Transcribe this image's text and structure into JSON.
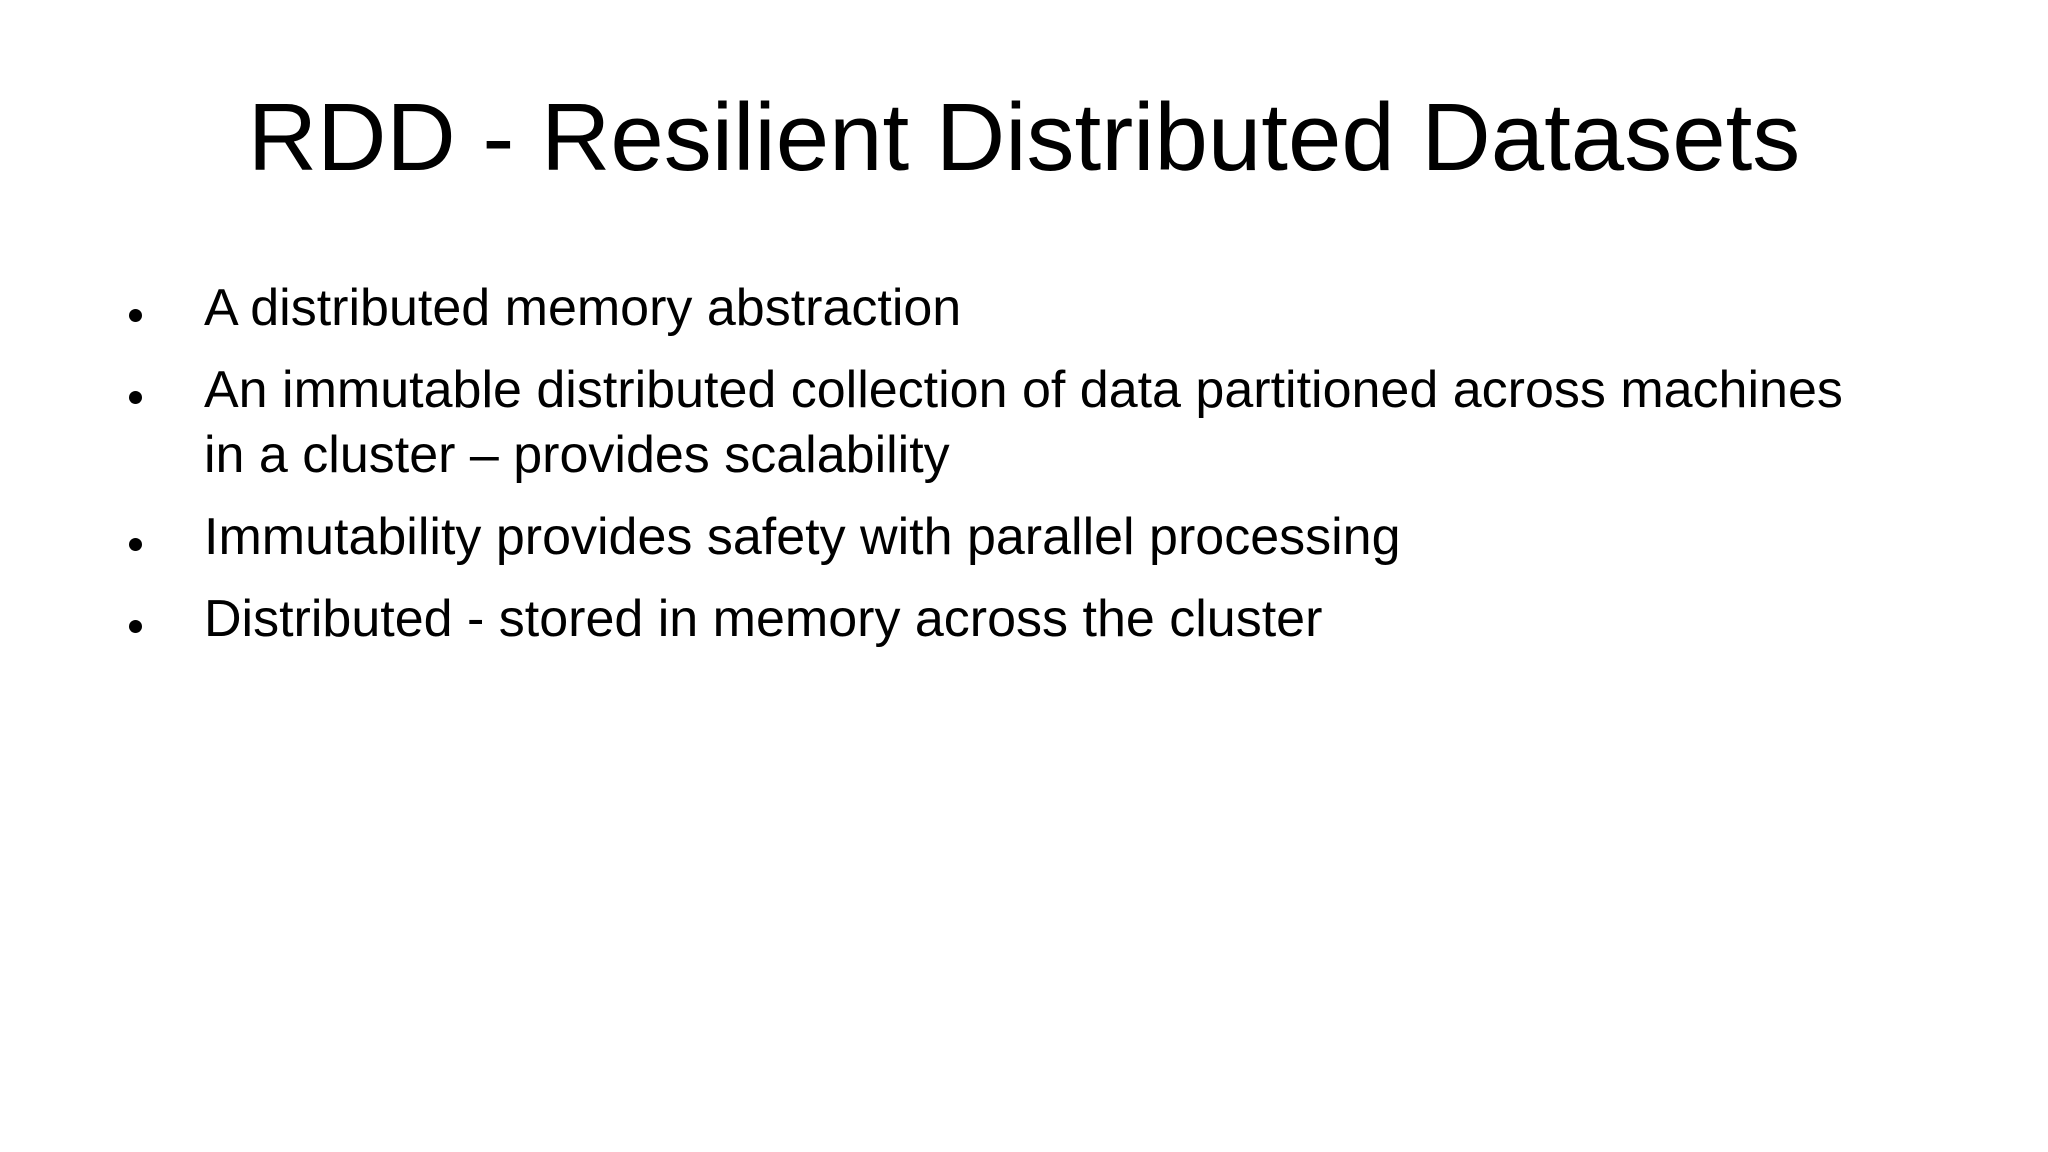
{
  "slide": {
    "title": "RDD - Resilient Distributed Datasets",
    "bullets": [
      {
        "text": "A distributed memory abstraction"
      },
      {
        "text": "An immutable distributed collection of data partitioned across machines in a cluster – provides scalability"
      },
      {
        "text": "Immutability provides safety with parallel processing"
      },
      {
        "text": "Distributed - stored in memory across the cluster"
      }
    ],
    "icons": {
      "bullet_marker": "filled-circle"
    },
    "colors": {
      "background": "#ffffff",
      "text": "#000000"
    }
  }
}
